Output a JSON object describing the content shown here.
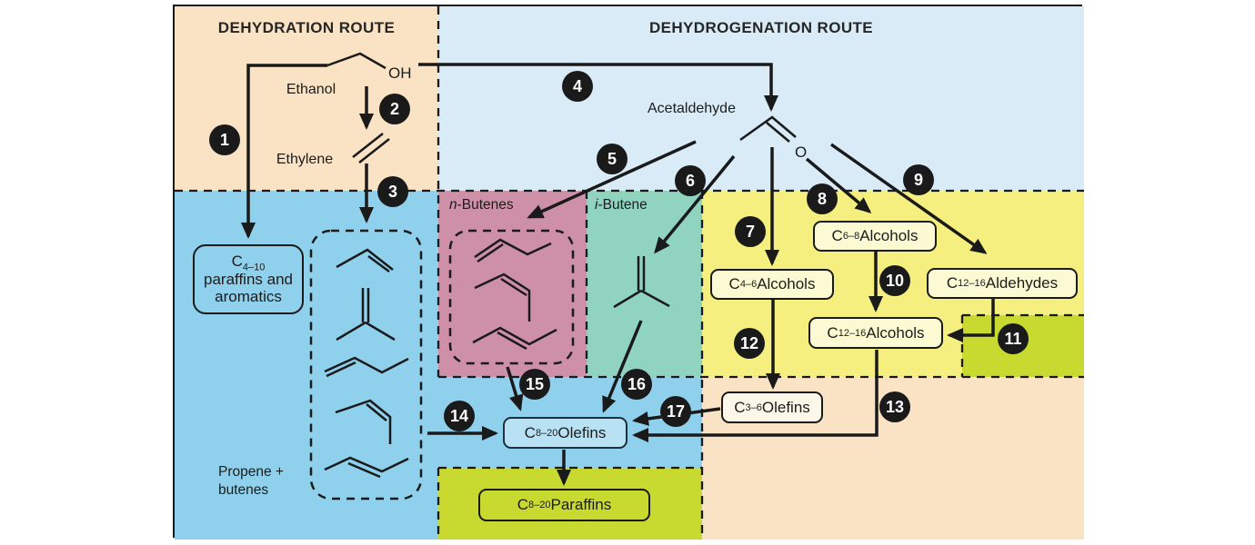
{
  "titles": {
    "dehydration": "DEHYDRATION ROUTE",
    "dehydrogenation": "DEHYDROGENATION ROUTE"
  },
  "labels": {
    "ethanol": "Ethanol",
    "oh": "OH",
    "ethylene": "Ethylene",
    "acetaldehyde": "Acetaldehyde",
    "carbonyl_o": "O",
    "n_butenes_italic": "n",
    "n_butenes_rest": "-Butenes",
    "i_butene_italic": "i",
    "i_butene_rest": "-Butene",
    "propene_line1": "Propene +",
    "propene_line2": "butenes"
  },
  "boxes": {
    "c4_10": {
      "pre": "C",
      "sub": "4–10",
      "line2": "paraffins and",
      "line3": "aromatics"
    },
    "c6_8_alcohols": {
      "pre": "C",
      "sub": "6–8",
      "post": " Alcohols"
    },
    "c4_6_alcohols": {
      "pre": "C",
      "sub": "4–6",
      "post": " Alcohols"
    },
    "c12_16_aldehydes": {
      "pre": "C",
      "sub": "12–16",
      "post": " Aldehydes"
    },
    "c12_16_alcohols": {
      "pre": "C",
      "sub": "12–16",
      "post": " Alcohols"
    },
    "c3_6_olefins": {
      "pre": "C",
      "sub": "3–6",
      "post": " Olefins"
    },
    "c8_20_olefins": {
      "pre": "C",
      "sub": "8–20",
      "post": " Olefins"
    },
    "c8_20_paraffins": {
      "pre": "C",
      "sub": "8–20",
      "post": " Paraffins"
    }
  },
  "steps": [
    "1",
    "2",
    "3",
    "4",
    "5",
    "6",
    "7",
    "8",
    "9",
    "10",
    "11",
    "12",
    "13",
    "14",
    "15",
    "16",
    "17"
  ],
  "colors": {
    "peach": "#fae3c5",
    "light_blue": "#d8ebf7",
    "blue": "#8fd0ec",
    "pink": "#ce90a7",
    "teal": "#90d4c0",
    "yellow": "#f4ef7e",
    "olive_green": "#c8da30",
    "pale_box_fill": "#fbfad2",
    "cream_box_fill": "#fcf7e9",
    "olefins_box_fill": "#b8e2f4",
    "line_black": "#1a1a1a",
    "circle_text": "#ffffff"
  }
}
